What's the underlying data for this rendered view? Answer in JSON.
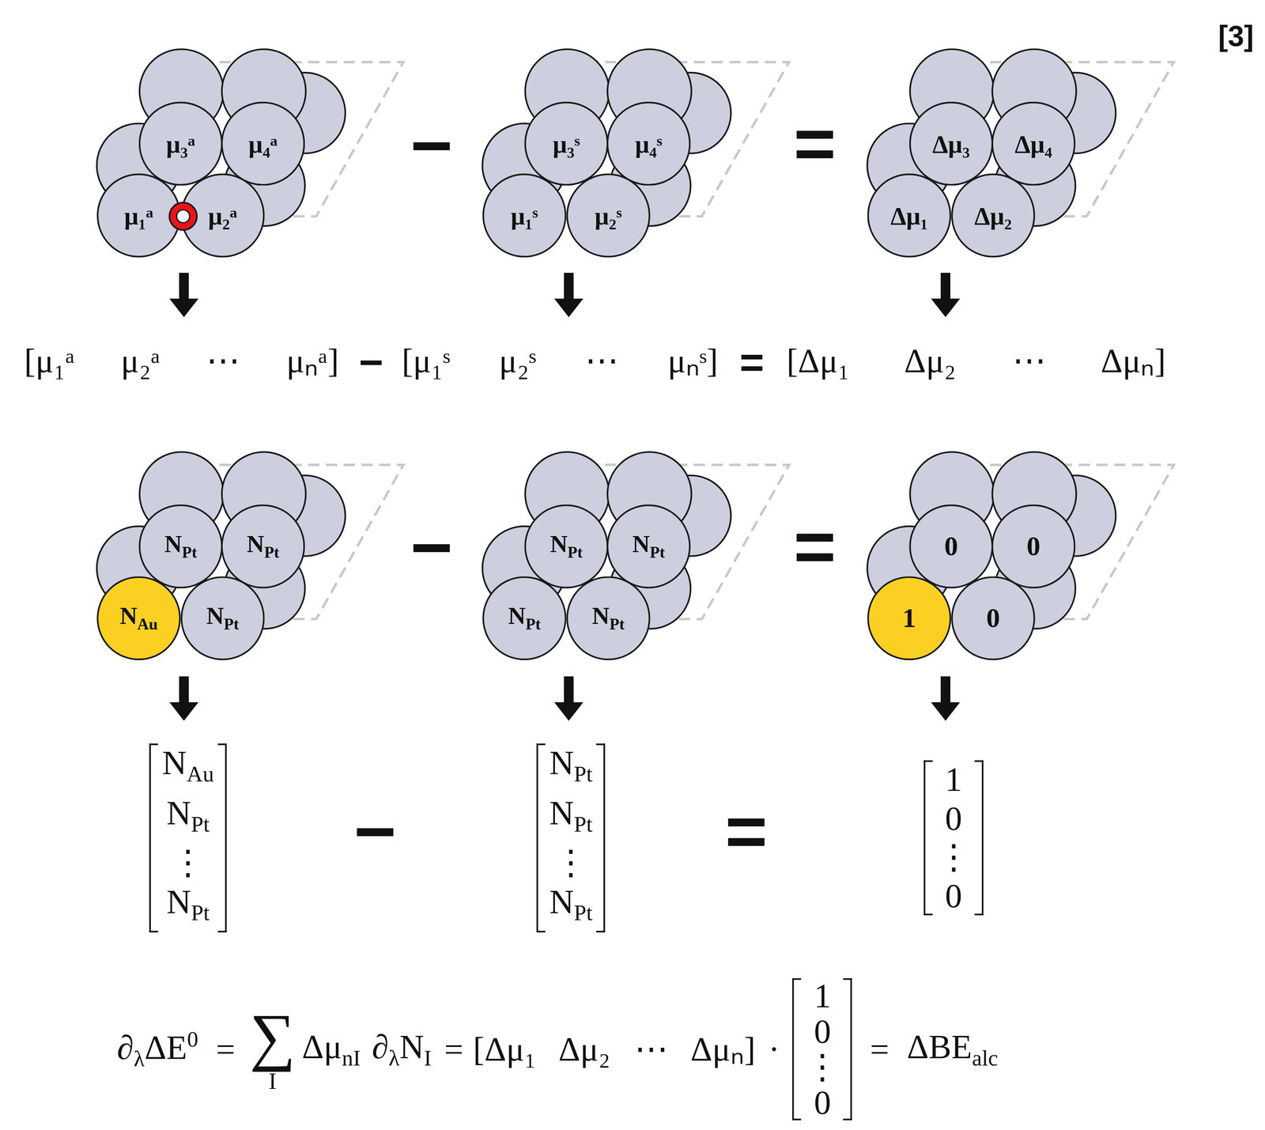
{
  "diagram": {
    "nodes": [
      {
        "text": [
          "μ₃ᵃ"
        ]
      },
      {
        "text": [
          "μ₄ᵃ"
        ]
      },
      {
        "text": [
          "μ₁ᵃ"
        ]
      },
      {
        "text": [
          "μ₂ᵃ"
        ]
      },
      {
        "text": [
          "μ₃ˢ"
        ]
      },
      {
        "text": [
          "μ₄ˢ"
        ]
      },
      {
        "text": [
          "μ₁ˢ"
        ]
      },
      {
        "text": [
          "μ₂ˢ"
        ]
      },
      {
        "text": [
          "Δμ₃"
        ]
      },
      {
        "text": [
          "Δμ₄"
        ]
      },
      {
        "text": [
          "Δμ₁"
        ]
      },
      {
        "text": [
          "Δμ₂"
        ]
      },
      {
        "text": [
          "N",
          "Pt"
        ]
      },
      {
        "text": [
          "N",
          "Pt"
        ]
      },
      {
        "text": [
          "N",
          "Au"
        ]
      },
      {
        "text": [
          "N",
          "Pt"
        ]
      },
      {
        "text": [
          "N",
          "Pt"
        ]
      },
      {
        "text": [
          "N",
          "Pt"
        ]
      },
      {
        "text": [
          "N",
          "Pt"
        ]
      },
      {
        "text": [
          "N",
          "Pt"
        ]
      },
      {
        "text": [
          "0"
        ]
      },
      {
        "text": [
          "0"
        ]
      },
      {
        "text": [
          "1"
        ]
      },
      {
        "text": [
          "0"
        ]
      }
    ],
    "labels": [
      "[3]",
      "−",
      "=",
      "−",
      "=",
      "[μ₁ᵃ μ₂ᵃ ⋯ μₙᵃ]",
      "−",
      "[μ₁ˢ μ₂ˢ ⋯ μₙˢ]",
      "=",
      "[Δμ₁ Δμ₂ ⋯ Δμₙ]",
      "N",
      "Au",
      "N",
      "Pt",
      "⋮",
      "N",
      "Pt",
      "−",
      "N",
      "Pt",
      "N",
      "Pt",
      "⋮",
      "N",
      "Pt",
      "=",
      "1",
      "0",
      "⋮",
      "0",
      "∂",
      "λ",
      "ΔE",
      "0",
      "=",
      "∑",
      "I",
      "Δμ",
      "nI",
      "∂",
      "λ",
      "N",
      "I",
      "=",
      "[Δμ₁ Δμ₂ ⋯ Δμₙ]",
      "·",
      "1",
      "0",
      "⋮",
      "0",
      "=",
      "ΔBE",
      "alc"
    ]
  }
}
